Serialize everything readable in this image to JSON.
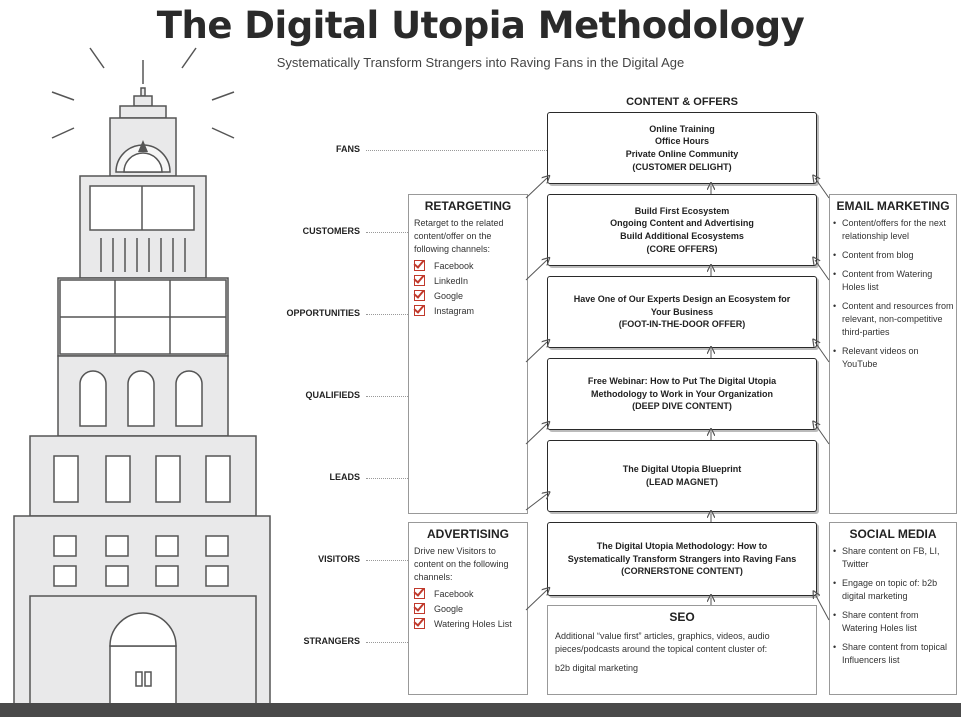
{
  "title": "The Digital Utopia Methodology",
  "subtitle": "Systematically Transform Strangers into Raving Fans in the Digital Age",
  "content_heading": "CONTENT & OFFERS",
  "stages": [
    "FANS",
    "CUSTOMERS",
    "OPPORTUNITIES",
    "QUALIFIEDS",
    "LEADS",
    "VISITORS",
    "STRANGERS"
  ],
  "offers": [
    {
      "lines": [
        "Online Training",
        "Office Hours",
        "Private Online Community",
        "(CUSTOMER DELIGHT)"
      ]
    },
    {
      "lines": [
        "Build First Ecosystem",
        "Ongoing Content and Advertising",
        "Build Additional Ecosystems",
        "(CORE OFFERS)"
      ]
    },
    {
      "lines": [
        "Have One of Our Experts Design an Ecosystem for",
        "Your Business",
        "(FOOT-IN-THE-DOOR OFFER)"
      ]
    },
    {
      "lines": [
        "Free Webinar: How to Put The Digital Utopia",
        "Methodology to Work in Your Organization",
        "(DEEP DIVE CONTENT)"
      ]
    },
    {
      "lines": [
        "The Digital Utopia Blueprint",
        "(LEAD MAGNET)"
      ]
    },
    {
      "lines": [
        "The Digital Utopia Methodology: How to",
        "Systematically Transform Strangers into Raving Fans",
        "(CORNERSTONE CONTENT)"
      ]
    }
  ],
  "seo": {
    "heading": "SEO",
    "text": "Additional “value first” articles, graphics, videos, audio pieces/podcasts around the topical content cluster of:",
    "topic": "b2b digital marketing"
  },
  "retargeting": {
    "heading": "RETARGETING",
    "text": "Retarget to the related content/offer on the following channels:",
    "channels": [
      "Facebook",
      "LinkedIn",
      "Google",
      "Instagram"
    ]
  },
  "advertising": {
    "heading": "ADVERTISING",
    "text": "Drive new Visitors to content on the following channels:",
    "channels": [
      "Facebook",
      "Google",
      "Watering Holes List"
    ]
  },
  "email_marketing": {
    "heading": "EMAIL MARKETING",
    "items": [
      "Content/offers for the next relationship level",
      "Content from blog",
      "Content from Watering Holes list",
      "Content and resources from relevant, non-competitive third-parties",
      "Relevant videos on YouTube"
    ]
  },
  "social_media": {
    "heading": "SOCIAL MEDIA",
    "items": [
      "Share content on FB, LI, Twitter",
      "Engage on topic of: b2b digital marketing",
      "Share content from Watering Holes list",
      "Share content from topical Influencers list"
    ]
  },
  "colors": {
    "checkbox": "#c0392b",
    "building_fill": "#e9e9ea",
    "building_stroke": "#555555",
    "ground": "#4a4a4a"
  },
  "icons": [
    "building-illustration",
    "checkbox-checked-icon",
    "arrow-up-icon"
  ]
}
